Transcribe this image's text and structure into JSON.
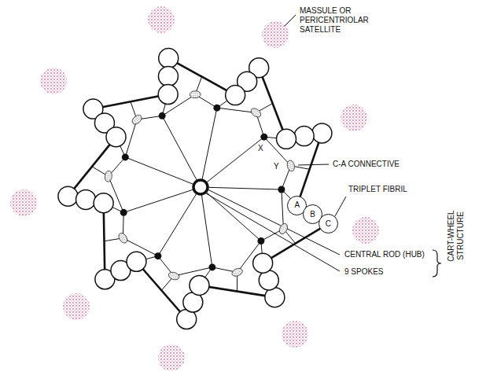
{
  "diagram": {
    "nodes": [
      {
        "text": [
          "A"
        ]
      },
      {
        "text": [
          "B"
        ]
      },
      {
        "text": [
          "C"
        ]
      }
    ],
    "labels": [
      "MASSULE OR PERICENTRIOLAR SATELLITE",
      "X",
      "Y",
      "C-A CONNECTIVE",
      "TRIPLET FIBRIL",
      "CENTRAL ROD (HUB)",
      "9 SPOKES",
      "CART-WHEEL STRUCTURE"
    ]
  }
}
